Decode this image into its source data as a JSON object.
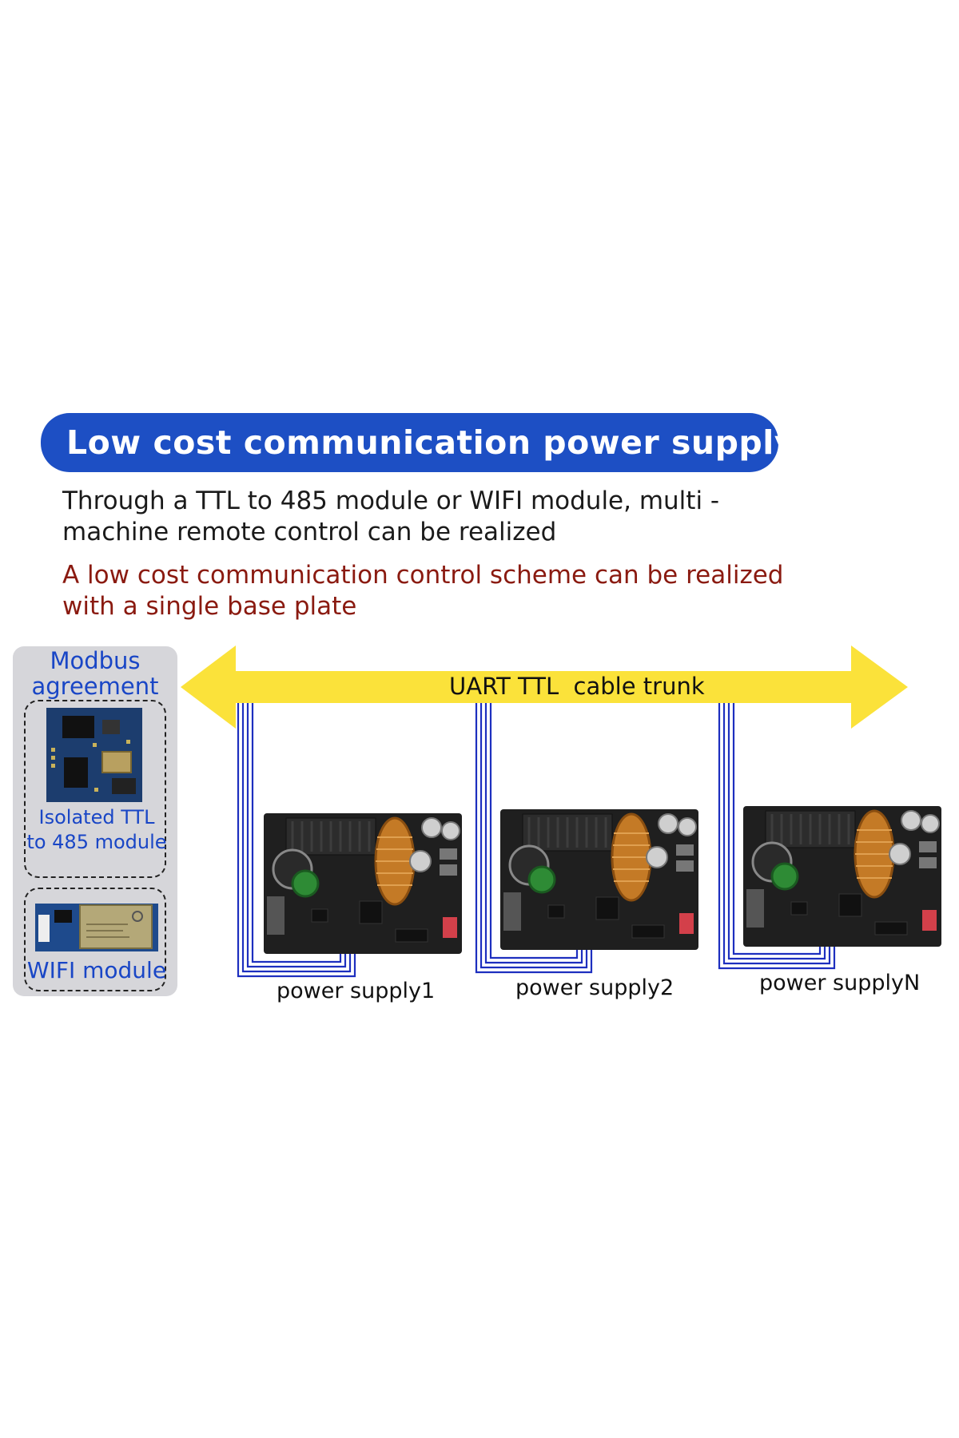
{
  "title": "Low cost communication power supply",
  "description_lines": [
    "Through a TTL to 485 module or WIFI module, multi -",
    "machine remote control can be realized"
  ],
  "highlight_lines": [
    "A low cost communication control scheme can be realized",
    "with a single base plate"
  ],
  "side_panel": {
    "heading_line1": "Modbus",
    "heading_line2": "agreement",
    "module1_line1": "Isolated TTL",
    "module1_line2": "to 485 module",
    "module2_label": "WIFI module"
  },
  "trunk_label": "UART TTL  cable trunk",
  "power_supplies": [
    {
      "label": "power supply1"
    },
    {
      "label": "power supply2"
    },
    {
      "label": "power supplyN"
    }
  ],
  "colors": {
    "banner": "#1d4fc4",
    "arrow": "#fbe23a",
    "wire": "#1d2fbf",
    "highlight_text": "#8a1a10",
    "module_text": "#1946c6"
  }
}
